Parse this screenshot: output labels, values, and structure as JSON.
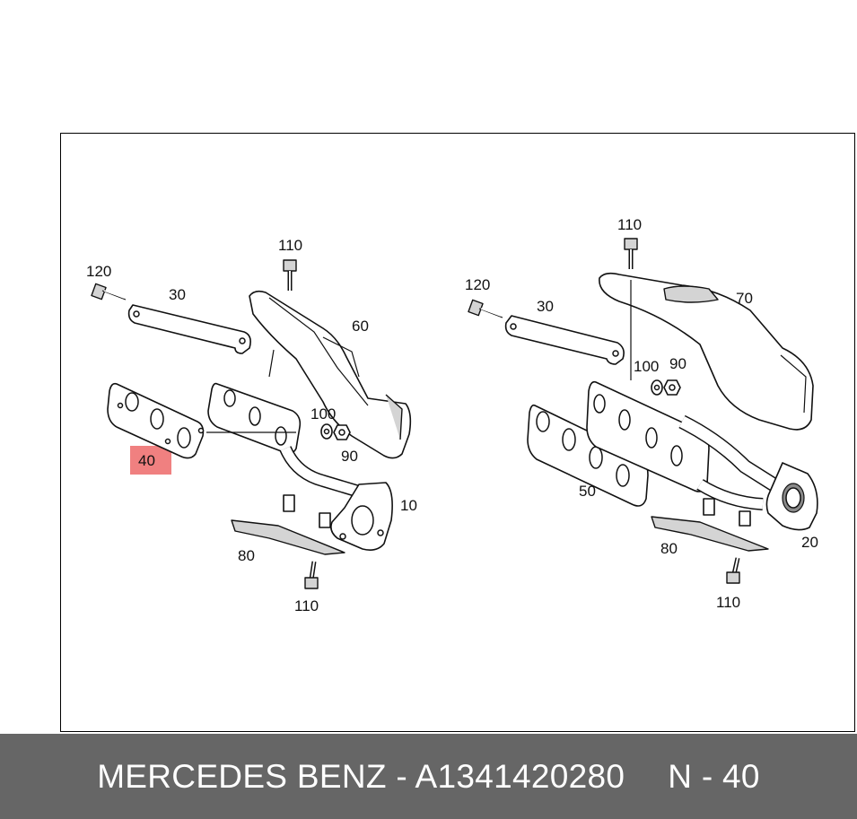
{
  "diagram": {
    "callouts_left": {
      "c110_top": "110",
      "c120": "120",
      "c30": "30",
      "c60": "60",
      "c100": "100",
      "c90": "90",
      "c10": "10",
      "c80": "80",
      "c110_bottom": "110",
      "c40": "40"
    },
    "callouts_right": {
      "c110_top": "110",
      "c120": "120",
      "c30": "30",
      "c70": "70",
      "c100": "100",
      "c90": "90",
      "c50": "50",
      "c80": "80",
      "c20": "20",
      "c110_bottom": "110"
    },
    "highlight_color": "#f08080"
  },
  "footer": {
    "part_title": "MERCEDES BENZ - A1341420280",
    "position_label": "N - 40",
    "background": "#666666"
  }
}
